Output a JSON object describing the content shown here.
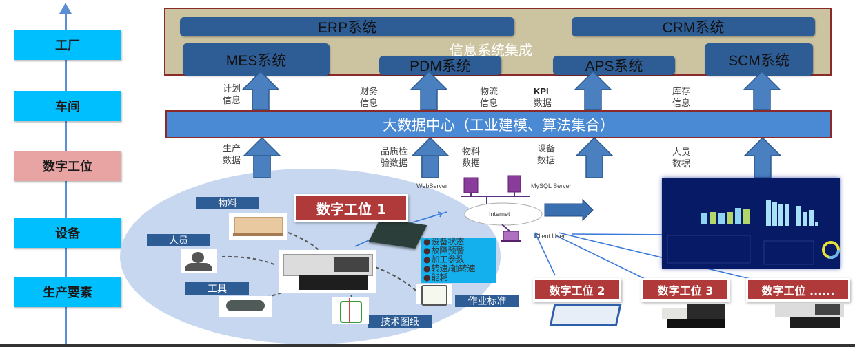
{
  "hierarchy": {
    "levels": [
      {
        "label": "工厂",
        "highlight": false
      },
      {
        "label": "车间",
        "highlight": false
      },
      {
        "label": "数字工位",
        "highlight": true
      },
      {
        "label": "设备",
        "highlight": false
      },
      {
        "label": "生产要素",
        "highlight": false
      }
    ]
  },
  "info_systems": {
    "group_label": "信息系统集成",
    "systems": {
      "erp": "ERP系统",
      "crm": "CRM系统",
      "mes": "MES系统",
      "pdm": "PDM系统",
      "aps": "APS系统",
      "scm": "SCM系统"
    }
  },
  "upper_flows": [
    {
      "line1": "计划",
      "line2": "信息"
    },
    {
      "line1": "财务",
      "line2": "信息"
    },
    {
      "line1": "物流",
      "line2": "信息"
    },
    {
      "line1": "KPI",
      "line2": "数据"
    },
    {
      "line1": "库存",
      "line2": "信息"
    }
  ],
  "big_data_center": "大数据中心（工业建模、算法集合）",
  "lower_flows": [
    {
      "line1": "生产",
      "line2": "数据"
    },
    {
      "line1": "品质检",
      "line2": "验数据"
    },
    {
      "line1": "物料",
      "line2": "数据"
    },
    {
      "line1": "设备",
      "line2": "数据"
    },
    {
      "line1": "人员",
      "line2": "数据"
    }
  ],
  "workstation1": {
    "title": "数字工位  1",
    "elements": {
      "material": "物料",
      "personnel": "人员",
      "tools": "工具",
      "drawings": "技术图纸",
      "work_standard": "作业标准"
    },
    "status_items": [
      "设备状态",
      "故障预警",
      "加工参数",
      "转速/轴转速",
      "能耗"
    ]
  },
  "network": {
    "web_server": "WebServer",
    "db_server": "MySQL Server",
    "internet": "Internet",
    "client": "Client User"
  },
  "workstations": [
    {
      "title": "数字工位  2"
    },
    {
      "title": "数字工位 3"
    },
    {
      "title": "数字工位 ......"
    }
  ],
  "colors": {
    "level_box": "#00bfff",
    "level_highlight": "#e8a3a3",
    "system_box": "#2e5d96",
    "frame_fill": "#ccc3a0",
    "frame_border": "#8b2a2a",
    "big_data_fill": "#4a8ad4",
    "workstation_tag": "#b03a3a",
    "dashboard_bg": "#061a66"
  }
}
